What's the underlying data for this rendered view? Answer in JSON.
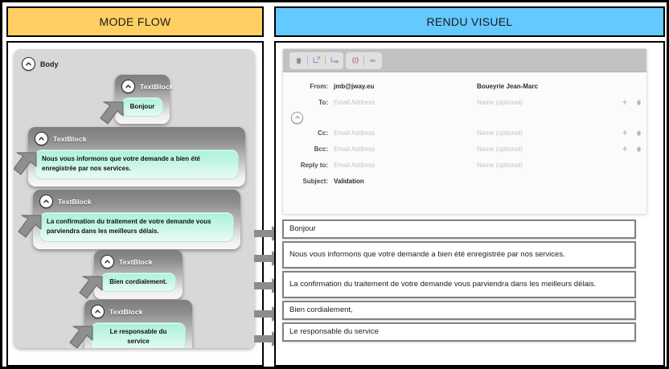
{
  "headers": {
    "left": "MODE FLOW",
    "right": "RENDU VISUEL"
  },
  "flow": {
    "root_label": "Body",
    "node_label": "TextBlock",
    "nodes": [
      {
        "label": "TextBlock",
        "text": "Bonjour"
      },
      {
        "label": "TextBlock",
        "text": "Nous vous informons que votre demande a bien été enregistrée par nos services."
      },
      {
        "label": "TextBlock",
        "text": "La confirmation du traitement de votre demande vous parviendra dans les meilleurs délais."
      },
      {
        "label": "TextBlock",
        "text": "Bien cordialement."
      },
      {
        "label": "TextBlock",
        "text": "Le responsable du service"
      }
    ]
  },
  "mail": {
    "toolbar": [
      {
        "icon": "trash-icon"
      },
      {
        "icon": "indent-icon"
      },
      {
        "icon": "outdent-icon"
      },
      {
        "icon": "code-icon"
      },
      {
        "icon": "list-icon"
      }
    ],
    "fields": [
      {
        "label": "From:",
        "value": "jmb@jway.eu",
        "value_is_placeholder": false,
        "name": "Boueyrie Jean-Marc",
        "name_is_placeholder": false,
        "has_controls": false,
        "has_spinner": false
      },
      {
        "label": "To:",
        "value": "Email Address",
        "value_is_placeholder": true,
        "name": "Name (optional)",
        "name_is_placeholder": true,
        "has_controls": true,
        "has_spinner": true
      },
      {
        "label": "Cc:",
        "value": "Email Address",
        "value_is_placeholder": true,
        "name": "Name (optional)",
        "name_is_placeholder": true,
        "has_controls": true,
        "has_spinner": true
      },
      {
        "label": "Bcc:",
        "value": "Email Address",
        "value_is_placeholder": true,
        "name": "Name (optional)",
        "name_is_placeholder": true,
        "has_controls": true,
        "has_spinner": true
      },
      {
        "label": "Reply to:",
        "value": "Email Address",
        "value_is_placeholder": true,
        "name": "Name (optional)",
        "name_is_placeholder": true,
        "has_controls": false,
        "has_spinner": false
      },
      {
        "label": "Subject:",
        "value": "Validation",
        "value_is_placeholder": false,
        "name": "",
        "name_is_placeholder": false,
        "has_controls": false,
        "has_spinner": false
      }
    ]
  },
  "output": {
    "lines": [
      "Bonjour",
      "Nous vous informons que votre demande a bien été enregistrée par nos services.",
      "La confirmation du traitement de votre demande vous parviendra dans les meilleurs délais.",
      "Bien cordialement,",
      "Le responsable du service"
    ]
  },
  "colors": {
    "header_left_bg": "#ffcf63",
    "header_right_bg": "#63c9ff",
    "canvas_bg": "#d8d8d8",
    "bubble_green": "#bdf3df",
    "arrow_gray": "#8c8c8c",
    "toolbar_gray": "#c2c2c2"
  }
}
